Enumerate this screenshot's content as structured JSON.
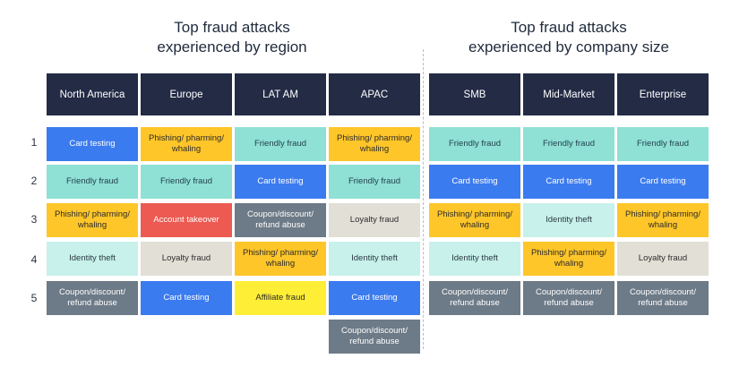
{
  "titles": {
    "region": [
      "Top fraud attacks",
      "experienced by region"
    ],
    "size": [
      "Top fraud attacks",
      "experienced by company size"
    ]
  },
  "row_numbers": [
    "1",
    "2",
    "3",
    "4",
    "5"
  ],
  "columns": [
    {
      "header": "North America",
      "cells": [
        {
          "label": "Card testing",
          "tone": "blue"
        },
        {
          "label": "Friendly fraud",
          "tone": "teal"
        },
        {
          "label": "Phishing/ pharming/ whaling",
          "tone": "yellow"
        },
        {
          "label": "Identity theft",
          "tone": "lteal"
        },
        {
          "label": "Coupon/discount/ refund abuse",
          "tone": "gray"
        }
      ]
    },
    {
      "header": "Europe",
      "cells": [
        {
          "label": "Phishing/ pharming/ whaling",
          "tone": "yellow"
        },
        {
          "label": "Friendly fraud",
          "tone": "teal"
        },
        {
          "label": "Account takeover",
          "tone": "red"
        },
        {
          "label": "Loyalty fraud",
          "tone": "beige"
        },
        {
          "label": "Card testing",
          "tone": "blue"
        }
      ]
    },
    {
      "header": "LAT AM",
      "cells": [
        {
          "label": "Friendly fraud",
          "tone": "teal"
        },
        {
          "label": "Card testing",
          "tone": "blue"
        },
        {
          "label": "Coupon/discount/ refund abuse",
          "tone": "gray"
        },
        {
          "label": "Phishing/ pharming/ whaling",
          "tone": "yellow"
        },
        {
          "label": "Affiliate fraud",
          "tone": "lemon"
        }
      ]
    },
    {
      "header": "APAC",
      "cells": [
        {
          "label": "Phishing/ pharming/ whaling",
          "tone": "yellow"
        },
        {
          "label": "Friendly fraud",
          "tone": "teal"
        },
        {
          "label": "Loyalty fraud",
          "tone": "beige"
        },
        {
          "label": "Identity theft",
          "tone": "lteal"
        },
        {
          "label": "Card testing",
          "tone": "blue"
        },
        {
          "label": "Coupon/discount/ refund abuse",
          "tone": "gray"
        }
      ]
    },
    {
      "header": "SMB",
      "cells": [
        {
          "label": "Friendly fraud",
          "tone": "teal"
        },
        {
          "label": "Card testing",
          "tone": "blue"
        },
        {
          "label": "Phishing/ pharming/ whaling",
          "tone": "yellow"
        },
        {
          "label": "Identity theft",
          "tone": "lteal"
        },
        {
          "label": "Coupon/discount/ refund abuse",
          "tone": "gray"
        }
      ]
    },
    {
      "header": "Mid-Market",
      "cells": [
        {
          "label": "Friendly fraud",
          "tone": "teal"
        },
        {
          "label": "Card testing",
          "tone": "blue"
        },
        {
          "label": "Identity theft",
          "tone": "lteal"
        },
        {
          "label": "Phishing/ pharming/ whaling",
          "tone": "yellow"
        },
        {
          "label": "Coupon/discount/ refund abuse",
          "tone": "gray"
        }
      ]
    },
    {
      "header": "Enterprise",
      "cells": [
        {
          "label": "Friendly fraud",
          "tone": "teal"
        },
        {
          "label": "Card testing",
          "tone": "blue"
        },
        {
          "label": "Phishing/ pharming/ whaling",
          "tone": "yellow"
        },
        {
          "label": "Loyalty fraud",
          "tone": "beige"
        },
        {
          "label": "Coupon/discount/ refund abuse",
          "tone": "gray"
        }
      ]
    }
  ],
  "tone_colors": {
    "teal": "#8fe0d5",
    "blue": "#3b7bf0",
    "yellow": "#ffc629",
    "lteal": "#c7f1ea",
    "gray": "#6d7a87",
    "beige": "#e1dfd6",
    "red": "#ec5a52",
    "lemon": "#ffee36",
    "header": "#232b45"
  }
}
